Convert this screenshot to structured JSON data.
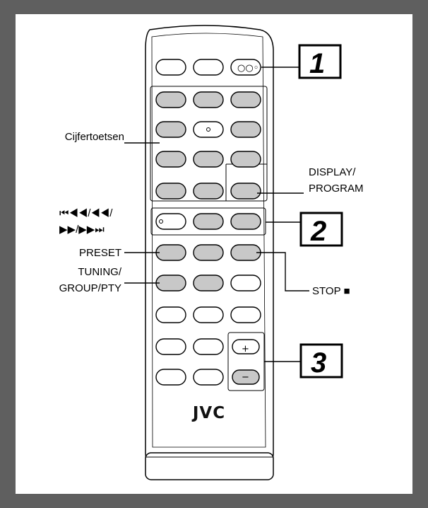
{
  "brand": "JVC",
  "labels": {
    "numeric": "Cijfertoetsen",
    "display_1": "DISPLAY/",
    "display_2": "PROGRAM",
    "skip_1": "⏮◀◀/◀◀/",
    "skip_2": "▶▶/▶▶⏭",
    "preset": "PRESET",
    "tuning_1": "TUNING/",
    "tuning_2": "GROUP/PTY",
    "stop": "STOP ■"
  },
  "steps": [
    "1",
    "2",
    "3"
  ],
  "button_glyphs": {
    "plus": "+",
    "minus": "−",
    "dots": "○○◦"
  },
  "colors": {
    "background": "#5f5f5f",
    "panel": "#ffffff",
    "remote_body": "#ffffff",
    "button_gray": "#c8c8c8",
    "button_white": "#ffffff",
    "outline": "#000000"
  }
}
